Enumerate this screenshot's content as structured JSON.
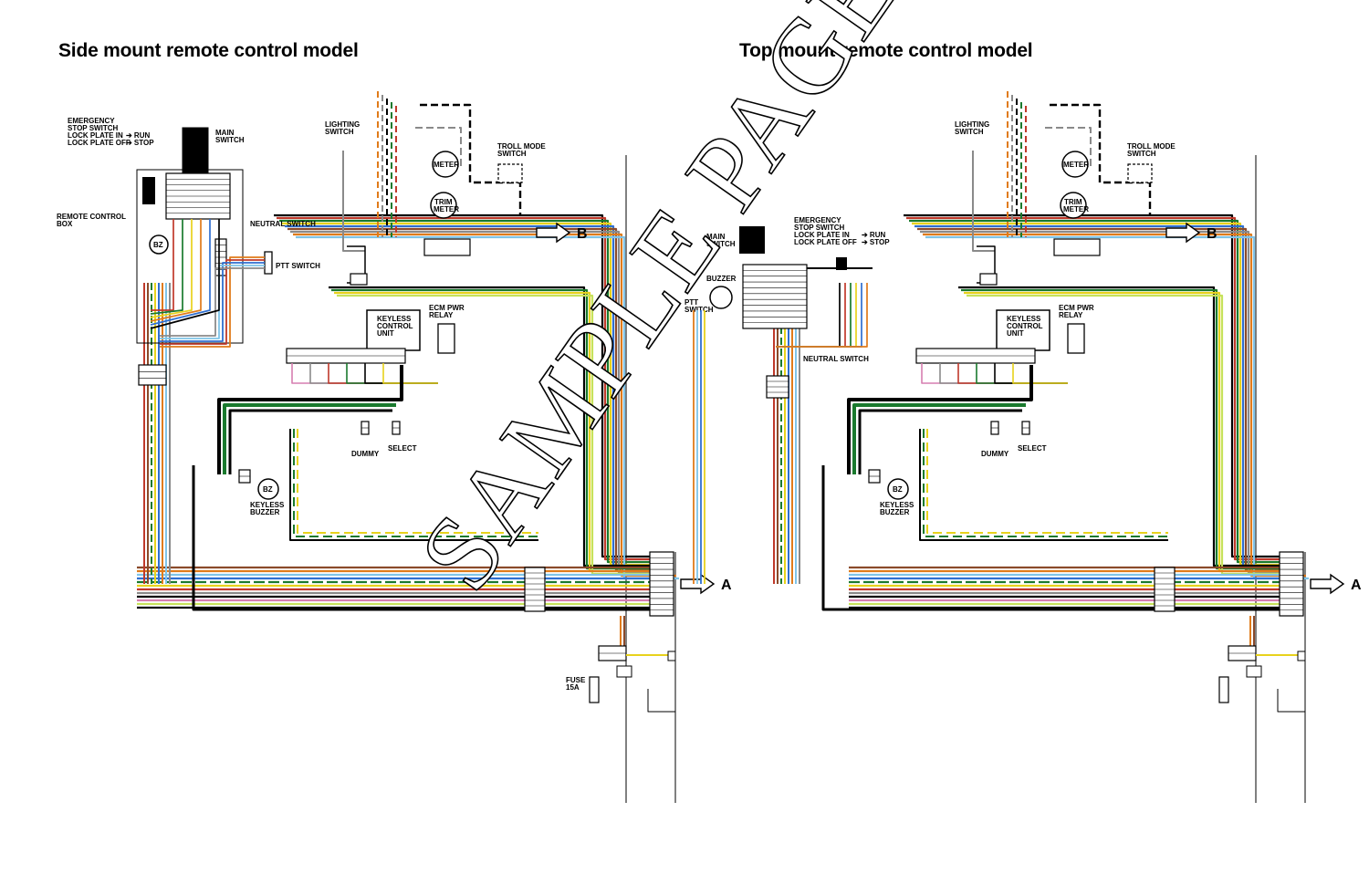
{
  "headings": {
    "left": "Side mount remote control model",
    "right": "Top mount remote control model"
  },
  "watermark": "SAMPLE PAGE",
  "wire_colors": [
    "#000000",
    "#1a7a2e",
    "#e8d21c",
    "#c0392b",
    "#2f6fd0",
    "#8a8a8a",
    "#e07b1a",
    "#8b4a2a",
    "#d67fb0",
    "#7fc4e8",
    "#c6e25a",
    "#ffffff"
  ],
  "left": {
    "labels": {
      "emergency": [
        "EMERGENCY",
        "STOP SWITCH",
        "LOCK PLATE IN",
        "LOCK PLATE OFF"
      ],
      "run": "➔ RUN",
      "stop": "➔ STOP",
      "main_switch": [
        "MAIN",
        "SWITCH"
      ],
      "remote_box": [
        "REMOTE CONTROL",
        "BOX"
      ],
      "neutral_switch": "NEUTRAL SWITCH",
      "ptt_switch": "PTT SWITCH",
      "lighting_switch": [
        "LIGHTING",
        "SWITCH"
      ],
      "meter": "METER",
      "trim_meter": [
        "TRIM",
        "METER"
      ],
      "troll_mode": [
        "TROLL MODE",
        "SWITCH"
      ],
      "keyless_unit": [
        "KEYLESS",
        "CONTROL",
        "UNIT"
      ],
      "ecm_relay": [
        "ECM PWR",
        "RELAY"
      ],
      "dummy": "DUMMY",
      "select": "SELECT",
      "bz": "BZ",
      "keyless_buzzer": [
        "KEYLESS",
        "BUZZER"
      ],
      "fuse": [
        "FUSE",
        "15A"
      ],
      "arrow_a": "A",
      "arrow_b": "B"
    }
  },
  "right": {
    "labels": {
      "emergency": [
        "EMERGENCY",
        "STOP SWITCH",
        "LOCK PLATE IN",
        "LOCK PLATE OFF"
      ],
      "run": "➔ RUN",
      "stop": "➔ STOP",
      "main_switch": [
        "MAIN",
        "SWITCH"
      ],
      "buzzer": "BUZZER",
      "ptt_switch": [
        "PTT",
        "SWITCH"
      ],
      "neutral_switch": "NEUTRAL SWITCH",
      "lighting_switch": [
        "LIGHTING",
        "SWITCH"
      ],
      "meter": "METER",
      "trim_meter": [
        "TRIM",
        "METER"
      ],
      "troll_mode": [
        "TROLL MODE",
        "SWITCH"
      ],
      "keyless_unit": [
        "KEYLESS",
        "CONTROL",
        "UNIT"
      ],
      "ecm_relay": [
        "ECM PWR",
        "RELAY"
      ],
      "dummy": "DUMMY",
      "select": "SELECT",
      "keyless_buzzer": [
        "KEYLESS",
        "BUZZER"
      ],
      "arrow_a": "A",
      "arrow_b": "B"
    }
  }
}
